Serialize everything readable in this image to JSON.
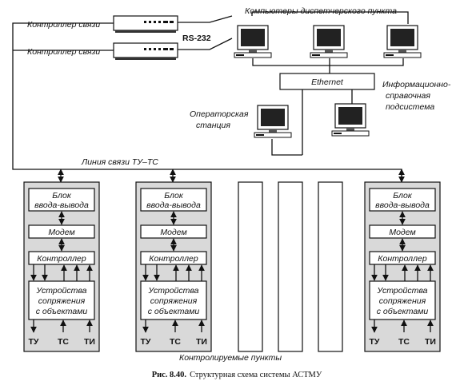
{
  "controllers": [
    {
      "label": "Контроллер связи"
    },
    {
      "label": "Контроллер связи"
    }
  ],
  "interface_label": "RS-232",
  "dispatch_label": "Компьютеры диспетчерского пункта",
  "ethernet_label": "Ethernet",
  "info_subsystem": [
    "Информационно-",
    "справочная",
    "подсистема"
  ],
  "operator_station": [
    "Операторская",
    "станция"
  ],
  "line_label": "Линия связи ТУ–ТС",
  "station": {
    "block_io": [
      "Блок",
      "ввода-вывода"
    ],
    "modem": "Модем",
    "controller": "Контроллер",
    "interface": [
      "Устройства",
      "сопряжения",
      "с объектами"
    ],
    "signals": [
      "ТУ",
      "ТС",
      "ТИ"
    ]
  },
  "controlled_points_label": "Контролируемые пункты",
  "caption": {
    "prefix": "Рис. 8.40.",
    "text": "Структурная схема системы АСТМУ"
  },
  "icons": {
    "controller": "network-controller-icon",
    "computer": "computer-monitor-icon"
  }
}
